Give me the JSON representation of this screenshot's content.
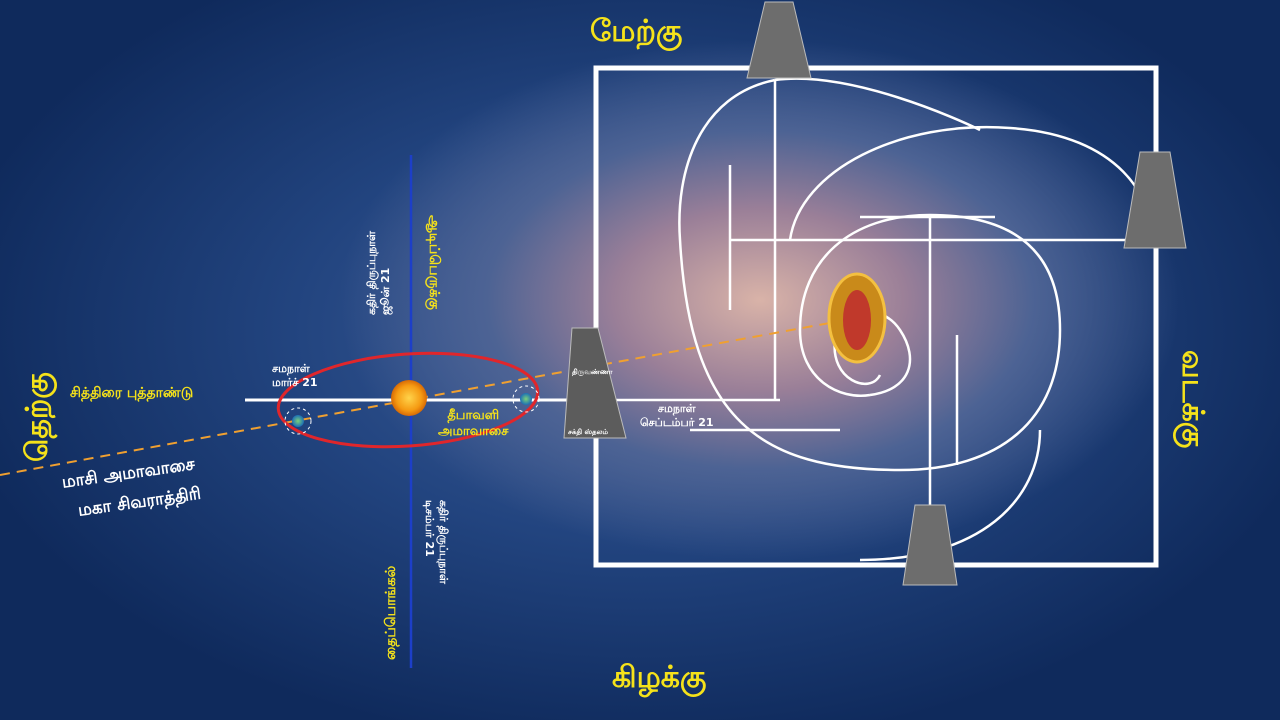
{
  "directions": {
    "west": "மேற்கு",
    "east": "கிழக்கு",
    "south": "தெற்கு",
    "north": "வடக்கு"
  },
  "labels": {
    "new_year": "சித்திரை புத்தாண்டு",
    "equinox_march_line1": "சமநாள்",
    "equinox_march_line2": "மார்ச் 21",
    "solstice_june_line1": "கதிர் திருப்புநாள்",
    "solstice_june_line2": "ஜூன் 21",
    "aadi": "ஆடிப்பெருக்கு",
    "deepavali_line1": "தீபாவளி",
    "deepavali_line2": "அமாவாசை",
    "equinox_sep_line1": "சமநாள்",
    "equinox_sep_line2": "செப்டம்பர் 21",
    "solstice_dec_line1": "கதிர் திருப்புநாள்",
    "solstice_dec_line2": "டிசம்பர் 21",
    "thai_pongal": "தைப்பொங்கல்",
    "masi_line1": "மாசி அமாவாசை",
    "masi_line2": "மகா சிவராத்திரி",
    "temple_top_small": "திருவண்ணா",
    "temple_bottom_small": "சக்தி ஸ்தலம்"
  },
  "colors": {
    "accent_yellow": "#f5e21a",
    "orbit_red": "#e0262b",
    "axis_blue": "#1d3fc8",
    "ecliptic_orange": "#f0a030"
  }
}
